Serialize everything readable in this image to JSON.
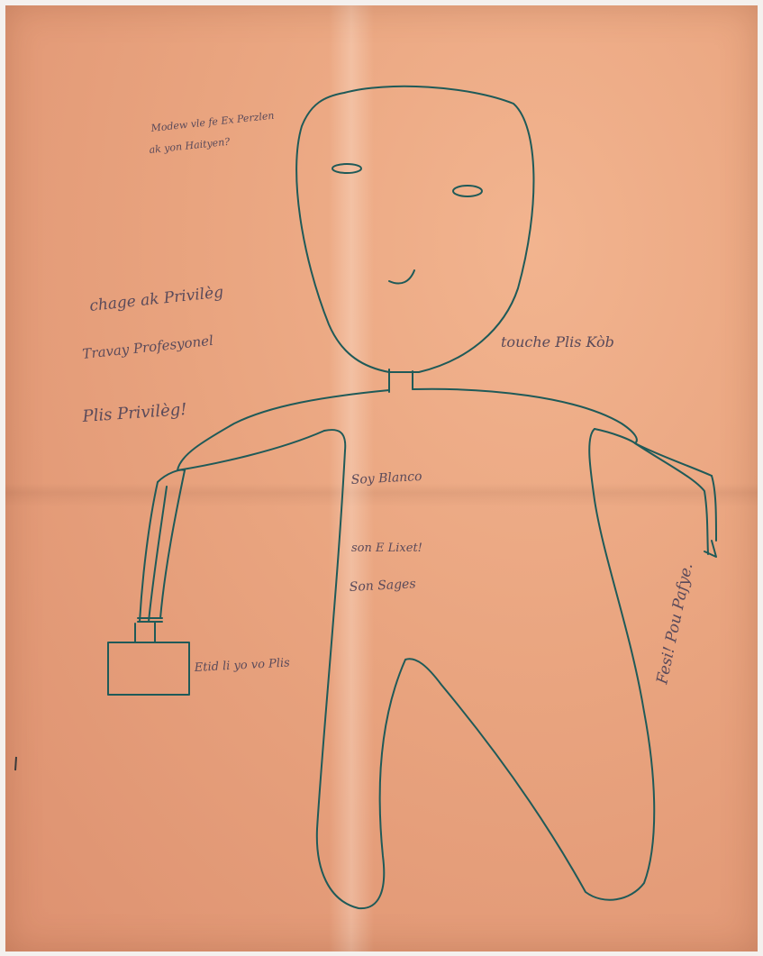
{
  "colors": {
    "paper": "#e9a47f",
    "ink_drawing": "#1f5a58",
    "ink_text": "#5a4a5a"
  },
  "notes": {
    "top_left_1": "Modew vle fe Ex Perzlen",
    "top_left_2": "ak yon Haityen?",
    "left_1": "chage ak Privilèg",
    "left_2": "Travay Profesyonel",
    "left_3": "Plis Privilèg!",
    "right_1": "touche Plis Kòb",
    "chest_1": "Soy Blanco",
    "chest_2": "son E Lixet!",
    "chest_3": "Son Sages",
    "briefcase": "Etid li yo vo Plis",
    "right_leg": "Fesi! Pou Pafye."
  }
}
